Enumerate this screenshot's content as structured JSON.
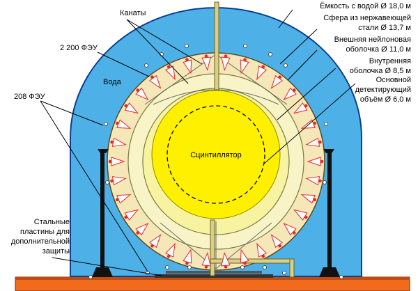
{
  "labels": {
    "tank": "Ёмкость с водой Ø 18,0 м",
    "sphere_line1": "Сфера из нержавеющей",
    "sphere_line2": "стали Ø 13,7 м",
    "outer_nylon_line1": "Внешняя нейлоновая",
    "outer_nylon_line2": "оболочка Ø 11,0 м",
    "inner_line1": "Внутренняя",
    "inner_line2": "оболочка Ø 8,5 м",
    "volume_line1": "Основной",
    "volume_line2": "детектирующий",
    "volume_line3": "объём Ø 6,0 м",
    "ropes": "Канаты",
    "pmt_2200": "2 200 ФЭУ",
    "water": "Вода",
    "pmt_208": "208 ФЭУ",
    "scintillator": "Сцинтиллятор",
    "plates_line1": "Стальные",
    "plates_line2": "пластины для",
    "plates_line3": "дополнительной",
    "plates_line4": "защиты"
  },
  "colors": {
    "tank_water": "#4db1e8",
    "tank_outline": "#0b3d91",
    "sphere_fill": "#f5e7b8",
    "outer_balloon": "#f8f4c8",
    "inner_balloon": "#f7f3a1",
    "scintillator": "#fff000",
    "pmt": "#e8262a",
    "base": "#f26b1d",
    "support": "#111111"
  }
}
